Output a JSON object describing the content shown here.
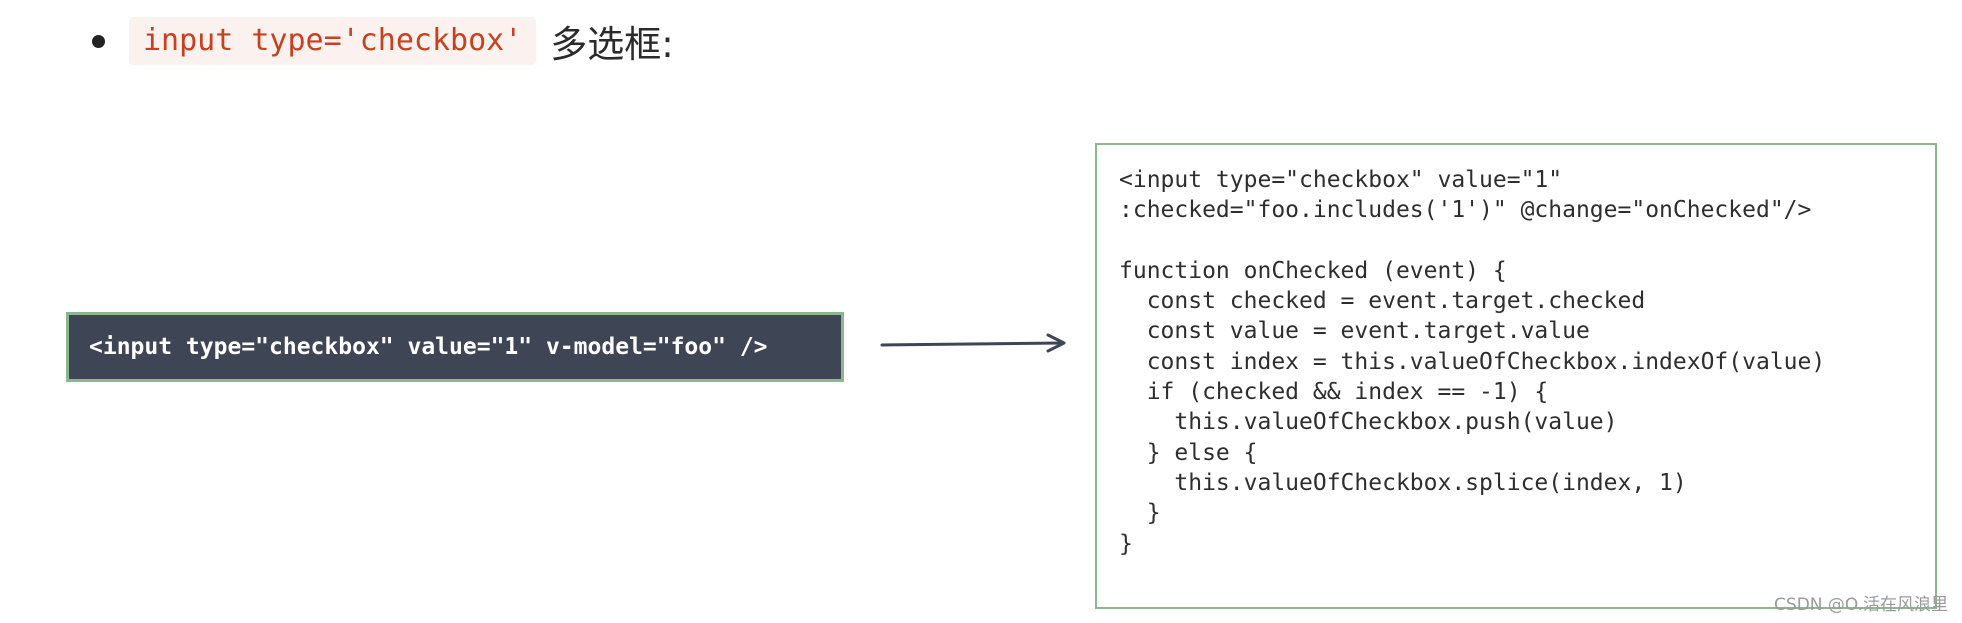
{
  "bullet": {
    "code": "input type='checkbox'",
    "text": "多选框:"
  },
  "source_code": "<input type=\"checkbox\" value=\"1\" v-model=\"foo\" />",
  "compiled_code": [
    "<input type=\"checkbox\" value=\"1\"",
    ":checked=\"foo.includes('1')\" @change=\"onChecked\"/>",
    "",
    "function onChecked (event) {",
    "  const checked = event.target.checked",
    "  const value = event.target.value",
    "  const index = this.valueOfCheckbox.indexOf(value)",
    "  if (checked && index == -1) {",
    "    this.valueOfCheckbox.push(value)",
    "  } else {",
    "    this.valueOfCheckbox.splice(index, 1)",
    "  }",
    "}"
  ],
  "watermark": "CSDN @O.活在风浪里",
  "icons": {
    "arrow": "arrow-right-icon"
  }
}
